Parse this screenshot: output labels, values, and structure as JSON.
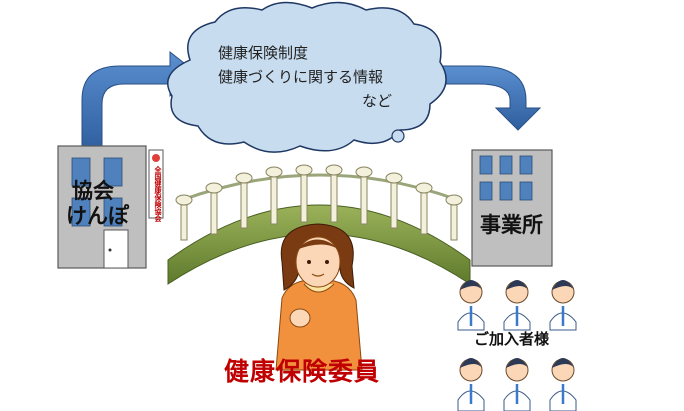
{
  "cloud": {
    "line1": "健康保険制度",
    "line2": "健康づくりに関する情報",
    "line3": "など"
  },
  "association": {
    "name_line1": "協会",
    "name_line2": "けんぽ",
    "sign_text": "全国健康保険協会"
  },
  "office": {
    "name": "事業所"
  },
  "role": {
    "title": "健康保険委員"
  },
  "members": {
    "label": "ご加入者様"
  },
  "colors": {
    "arrow": "#3d6fb5",
    "cloud_fill": "#c7dcef",
    "bridge": "#76923c",
    "building": "#bfbfbf",
    "window": "#4f81bd",
    "role_text": "#c00000",
    "shirt": "#f2913d"
  }
}
